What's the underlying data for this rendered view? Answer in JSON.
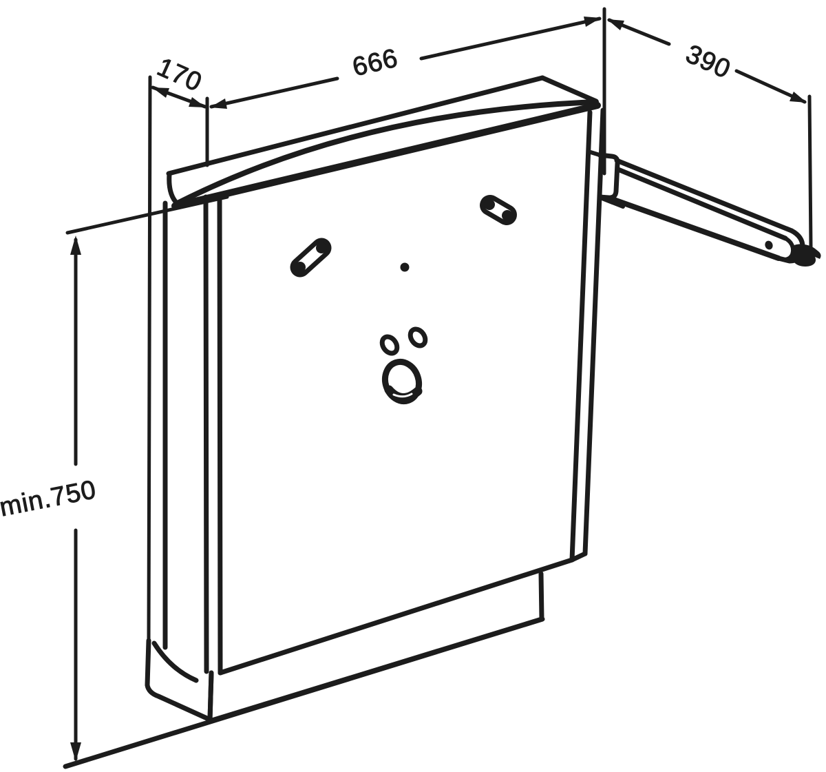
{
  "diagram": {
    "type": "isometric-technical-drawing",
    "subject": "wall-mounted unit with support arm, mounting holes and base plinth",
    "colors": {
      "ink": "#1c1c1c",
      "background": "#ffffff"
    },
    "dimensions": {
      "depth_wall_bracket": "170",
      "width_top": "666",
      "support_arm": "390",
      "mounting_height": "min.750"
    }
  }
}
